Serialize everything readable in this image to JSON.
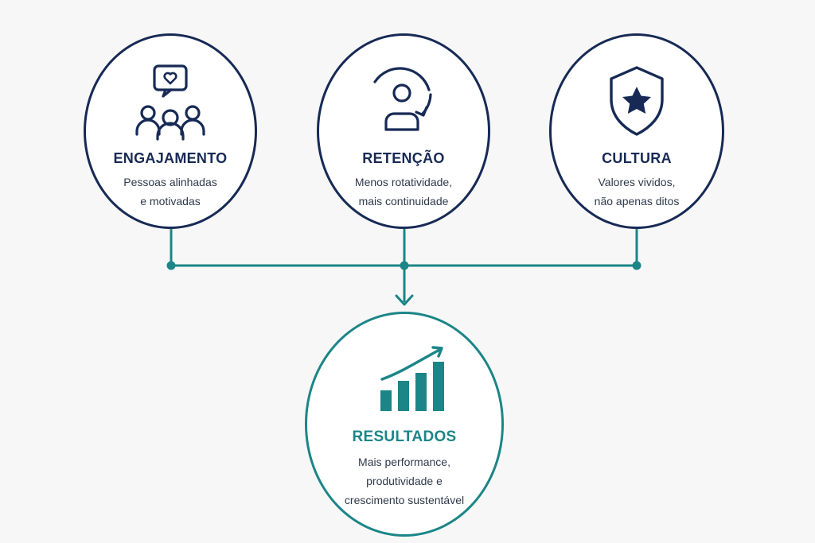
{
  "colors": {
    "navy": "#172a55",
    "teal": "#1b8587",
    "background": "#f7f7f7"
  },
  "nodes": [
    {
      "id": "engajamento",
      "icon": "people-chat-heart-icon",
      "title": "ENGAJAMENTO",
      "lines": [
        "Pessoas alinhadas",
        "e motivadas"
      ]
    },
    {
      "id": "retencao",
      "icon": "person-refresh-icon",
      "title": "RETENÇÃO",
      "lines": [
        "Menos rotatividade,",
        "mais continuidade"
      ]
    },
    {
      "id": "cultura",
      "icon": "shield-star-icon",
      "title": "CULTURA",
      "lines": [
        "Valores vividos,",
        "não apenas ditos"
      ]
    }
  ],
  "result": {
    "icon": "growth-bar-chart-icon",
    "title": "RESULTADOS",
    "lines": [
      "Mais performance,",
      "produtividade e",
      "crescimento sustentável"
    ]
  }
}
